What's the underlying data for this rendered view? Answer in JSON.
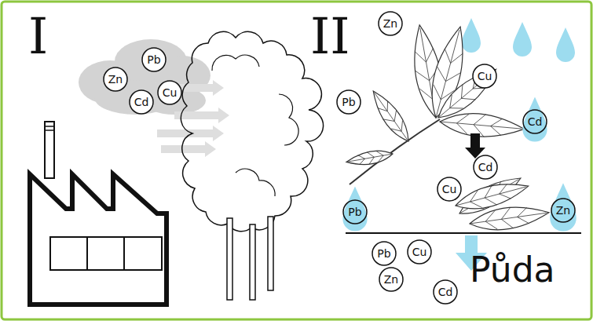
{
  "diagram": {
    "nodes": [
      {
        "text": [
          "Pb"
        ]
      },
      {
        "text": [
          "Zn"
        ]
      },
      {
        "text": [
          "Cu"
        ]
      },
      {
        "text": [
          "Cd"
        ]
      },
      {
        "text": [
          "Zn"
        ]
      },
      {
        "text": [
          "Cu"
        ]
      },
      {
        "text": [
          "Pb"
        ]
      },
      {
        "text": [
          "Cd"
        ]
      },
      {
        "text": [
          "Cd"
        ]
      },
      {
        "text": [
          "Cu"
        ]
      },
      {
        "text": [
          "Pb"
        ]
      },
      {
        "text": [
          "Zn"
        ]
      },
      {
        "text": [
          "Pb"
        ]
      },
      {
        "text": [
          "Cu"
        ]
      },
      {
        "text": [
          "Zn"
        ]
      },
      {
        "text": [
          "Cd"
        ]
      }
    ],
    "labels": [
      "I",
      "II",
      "Půda"
    ]
  }
}
